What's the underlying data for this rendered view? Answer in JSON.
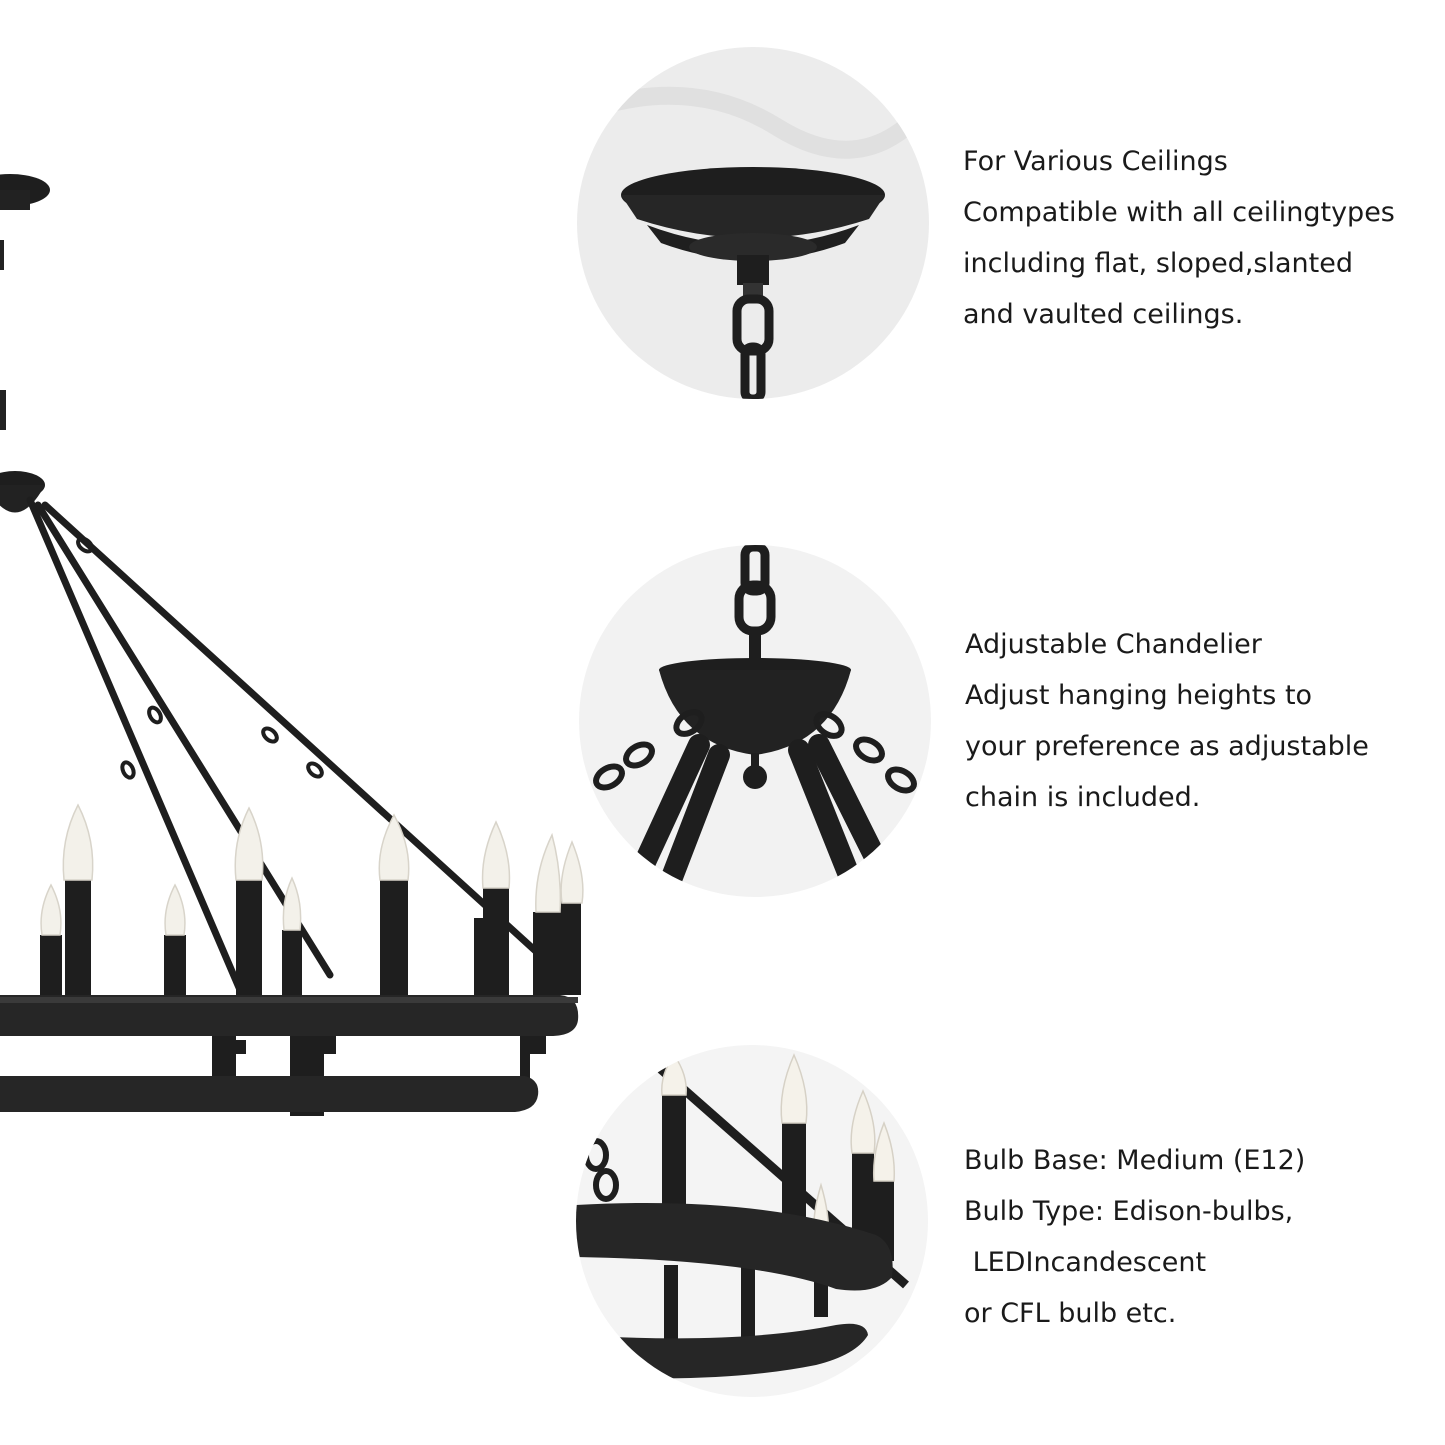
{
  "features": [
    {
      "lines": [
        "For Various Ceilings",
        "Compatible with all ceilingtypes",
        "including flat, sloped,slanted",
        "and vaulted ceilings."
      ]
    },
    {
      "lines": [
        "Adjustable Chandelier",
        "Adjust hanging heights to",
        "your preference as adjustable",
        "chain is included."
      ]
    },
    {
      "lines": [
        "Bulb Base: Medium (E12)",
        "Bulb Type: Edison-bulbs,",
        " LEDIncandescent",
        "or CFL bulb etc."
      ]
    }
  ],
  "colors": {
    "metal": "#1e1e1e",
    "ceiling": "#ececec",
    "bulb": "#f6f4ee"
  }
}
